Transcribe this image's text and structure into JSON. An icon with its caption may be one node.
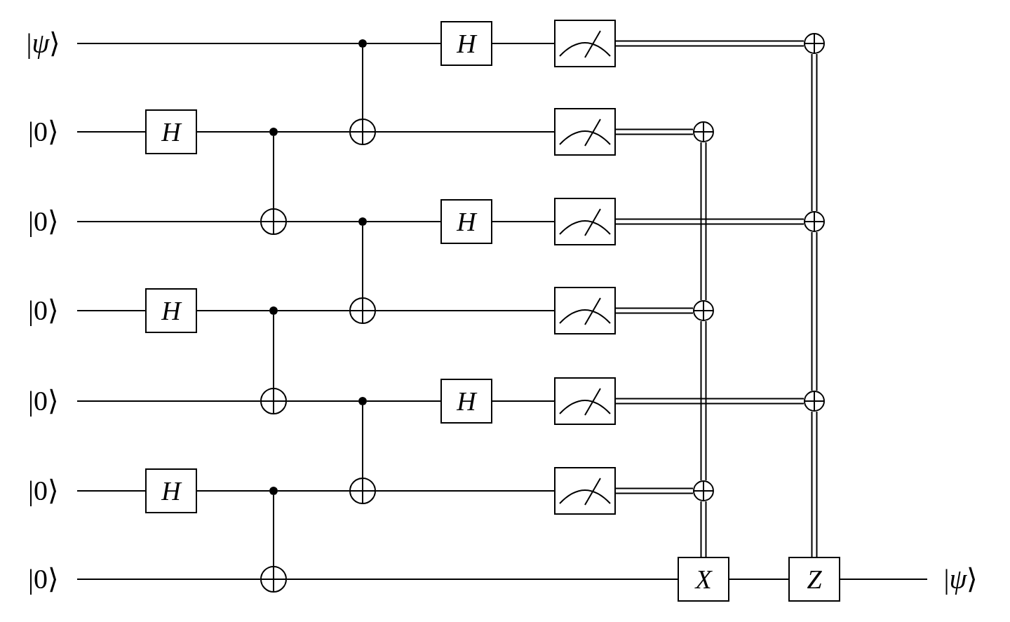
{
  "diagram": {
    "nodes": [
      {
        "text": [
          "|*ψ*⟩"
        ]
      },
      {
        "text": [],
        "shape": "dot"
      },
      {
        "text": [
          "H"
        ]
      },
      {
        "text": [],
        "shape": "meter"
      },
      {
        "text": [],
        "shape": "circle"
      },
      {
        "text": [
          "|0⟩"
        ]
      },
      {
        "text": [
          "H"
        ]
      },
      {
        "text": [],
        "shape": "dot"
      },
      {
        "text": [],
        "shape": "circle"
      },
      {
        "text": [],
        "shape": "meter"
      },
      {
        "text": [],
        "shape": "circle"
      },
      {
        "text": [
          "|0⟩"
        ]
      },
      {
        "text": [],
        "shape": "circle"
      },
      {
        "text": [],
        "shape": "dot"
      },
      {
        "text": [
          "H"
        ]
      },
      {
        "text": [],
        "shape": "meter"
      },
      {
        "text": [],
        "shape": "circle"
      },
      {
        "text": [
          "|0⟩"
        ]
      },
      {
        "text": [
          "H"
        ]
      },
      {
        "text": [],
        "shape": "dot"
      },
      {
        "text": [],
        "shape": "circle"
      },
      {
        "text": [],
        "shape": "meter"
      },
      {
        "text": [],
        "shape": "circle"
      },
      {
        "text": [
          "|0⟩"
        ]
      },
      {
        "text": [],
        "shape": "circle"
      },
      {
        "text": [],
        "shape": "dot"
      },
      {
        "text": [
          "H"
        ]
      },
      {
        "text": [],
        "shape": "meter"
      },
      {
        "text": [],
        "shape": "circle"
      },
      {
        "text": [
          "|0⟩"
        ]
      },
      {
        "text": [
          "H"
        ]
      },
      {
        "text": [],
        "shape": "dot"
      },
      {
        "text": [],
        "shape": "circle"
      },
      {
        "text": [],
        "shape": "meter"
      },
      {
        "text": [],
        "shape": "circle"
      },
      {
        "text": [
          "|0⟩"
        ]
      },
      {
        "text": [],
        "shape": "circle"
      },
      {
        "text": [
          "X"
        ]
      },
      {
        "text": [
          "Z"
        ]
      },
      {
        "text": [
          "|*ψ*⟩"
        ]
      }
    ],
    "edges": [
      {
        "from": 0,
        "to": 1,
        "arrow": "none"
      },
      {
        "from": 1,
        "to": 2,
        "arrow": "none"
      },
      {
        "from": 2,
        "to": 3,
        "arrow": "none"
      },
      {
        "from": 3,
        "to": 4,
        "arrow": "none"
      },
      {
        "from": 5,
        "to": 6,
        "arrow": "none"
      },
      {
        "from": 6,
        "to": 7,
        "arrow": "none"
      },
      {
        "from": 7,
        "to": 8,
        "arrow": "none"
      },
      {
        "from": 8,
        "to": 9,
        "arrow": "none"
      },
      {
        "from": 9,
        "to": 10,
        "arrow": "none"
      },
      {
        "from": 11,
        "to": 12,
        "arrow": "none"
      },
      {
        "from": 12,
        "to": 13,
        "arrow": "none"
      },
      {
        "from": 13,
        "to": 14,
        "arrow": "none"
      },
      {
        "from": 14,
        "to": 15,
        "arrow": "none"
      },
      {
        "from": 15,
        "to": 16,
        "arrow": "none"
      },
      {
        "from": 17,
        "to": 18,
        "arrow": "none"
      },
      {
        "from": 18,
        "to": 19,
        "arrow": "none"
      },
      {
        "from": 19,
        "to": 20,
        "arrow": "none"
      },
      {
        "from": 20,
        "to": 21,
        "arrow": "none"
      },
      {
        "from": 21,
        "to": 22,
        "arrow": "none"
      },
      {
        "from": 23,
        "to": 24,
        "arrow": "none"
      },
      {
        "from": 24,
        "to": 25,
        "arrow": "none"
      },
      {
        "from": 25,
        "to": 26,
        "arrow": "none"
      },
      {
        "from": 26,
        "to": 27,
        "arrow": "none"
      },
      {
        "from": 27,
        "to": 28,
        "arrow": "none"
      },
      {
        "from": 29,
        "to": 30,
        "arrow": "none"
      },
      {
        "from": 30,
        "to": 31,
        "arrow": "none"
      },
      {
        "from": 31,
        "to": 32,
        "arrow": "none"
      },
      {
        "from": 32,
        "to": 33,
        "arrow": "none"
      },
      {
        "from": 33,
        "to": 34,
        "arrow": "none"
      },
      {
        "from": 35,
        "to": 36,
        "arrow": "none"
      },
      {
        "from": 36,
        "to": 37,
        "arrow": "none"
      },
      {
        "from": 37,
        "to": 38,
        "arrow": "none"
      },
      {
        "from": 38,
        "to": 39,
        "arrow": "none"
      },
      {
        "from": 7,
        "to": 12,
        "arrow": "none"
      },
      {
        "from": 19,
        "to": 24,
        "arrow": "none"
      },
      {
        "from": 31,
        "to": 36,
        "arrow": "none"
      },
      {
        "from": 1,
        "to": 8,
        "arrow": "none"
      },
      {
        "from": 13,
        "to": 20,
        "arrow": "none"
      },
      {
        "from": 25,
        "to": 32,
        "arrow": "none"
      },
      {
        "from": 10,
        "to": 22,
        "arrow": "none"
      },
      {
        "from": 22,
        "to": 34,
        "arrow": "none"
      },
      {
        "from": 34,
        "to": 37,
        "arrow": "none"
      },
      {
        "from": 4,
        "to": 16,
        "arrow": "none"
      },
      {
        "from": 16,
        "to": 28,
        "arrow": "none"
      },
      {
        "from": 28,
        "to": 38,
        "arrow": "none"
      }
    ]
  }
}
